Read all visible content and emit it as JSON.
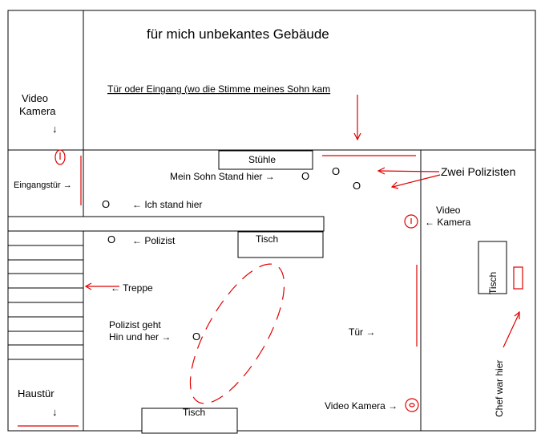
{
  "title": "für  mich  unbekantes  Gebäude",
  "labels": {
    "door_top": "Tür oder Eingang (wo die Stimme meines Sohn kam",
    "video_cam_left_1": "Video",
    "video_cam_left_2": "Kamera",
    "down_arrow": "↓",
    "entrance_door": "Eingangstür →",
    "chairs": "Stühle",
    "son_stood": "Mein Sohn Stand hier →",
    "i_stood": "← Ich stand hier",
    "policeman": "← Polizist",
    "two_police": "Zwei Polizisten",
    "video_cam_right_1": "Video",
    "video_cam_right_2": "← Kamera",
    "table_mid": "Tisch",
    "table_right": "Tisch",
    "table_bottom": "Tisch",
    "stairs": "← Treppe",
    "police_walks_1": "Polizist geht",
    "police_walks_2": "Hin und her →",
    "door_right": "Tür →",
    "house_door": "Haustür",
    "video_cam_bottom": "Video Kamera →",
    "boss_was_here": "Chef  war hier"
  },
  "person_marker": "O",
  "colors": {
    "ink": "#000000",
    "annotation": "#e00000"
  }
}
